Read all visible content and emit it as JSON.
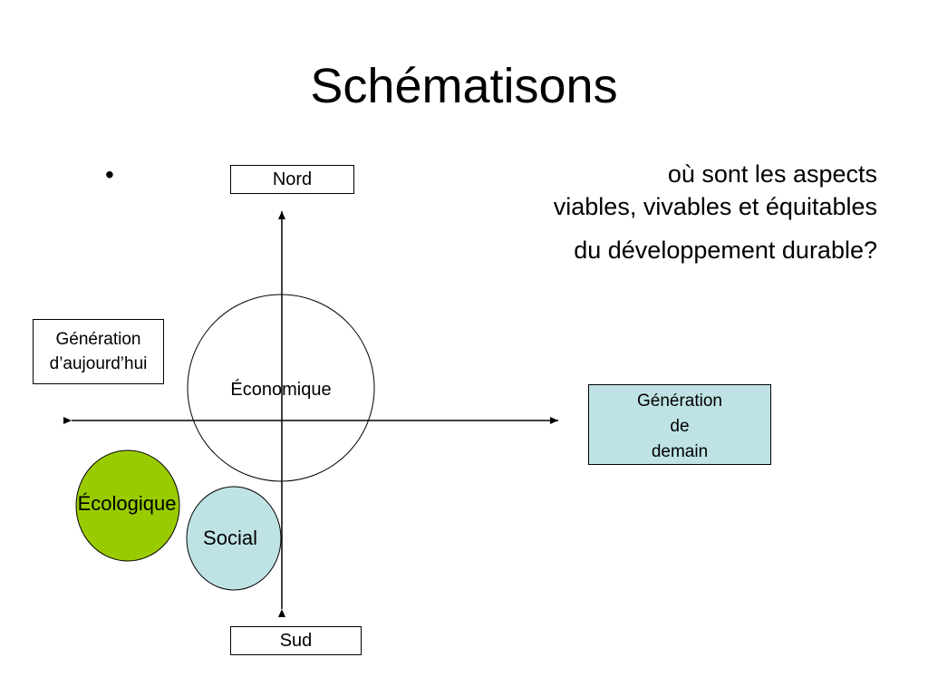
{
  "slide": {
    "title": "Schématisons",
    "bullet": "•",
    "question": {
      "line1": "où sont les aspects",
      "line2": "viables, vivables et équitables",
      "line3": "du développement durable?"
    }
  },
  "diagram": {
    "north": "Nord",
    "south": "Sud",
    "generation_today": {
      "line1": "Génération",
      "line2": "d’aujourd’hui"
    },
    "generation_tomorrow": {
      "line1": "Génération",
      "line2": "de",
      "line3": "demain"
    },
    "circles": {
      "economic": "Économique",
      "ecological": "Écologique",
      "social": "Social"
    },
    "colors": {
      "ecological_fill": "#99cc00",
      "social_fill": "#bfe3e4",
      "tomorrow_fill": "#bfe3e4",
      "economic_fill": "#ffffff"
    }
  }
}
